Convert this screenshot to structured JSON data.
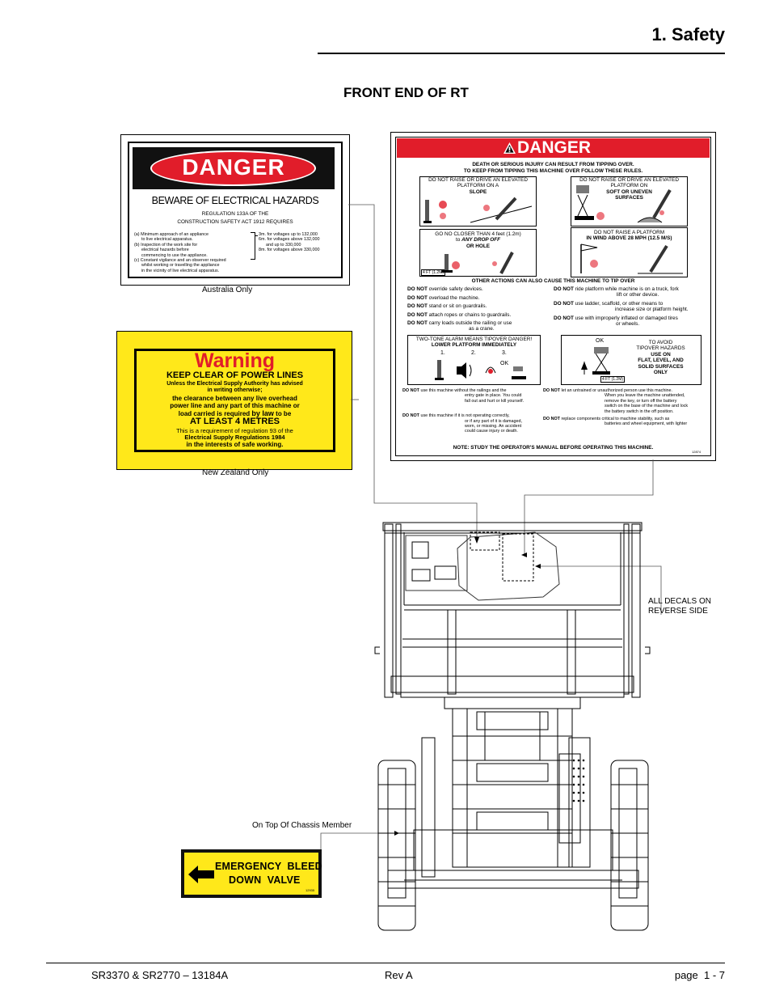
{
  "header": {
    "section_title": "1. Safety",
    "heading": "FRONT END OF RT"
  },
  "aus_decal": {
    "danger": "DANGER",
    "subtitle": "BEWARE OF ELECTRICAL HAZARDS",
    "reg_line1": "REGULATION 133A OF THE",
    "reg_line2": "CONSTRUCTION SAFETY ACT 1912 REQUIRES",
    "items": [
      "(a) Minimum approach of an appliance",
      "      to live electrical apparatus.",
      "(b) Inspection of the work site for",
      "      electrical hazards before",
      "      commencing to use the appliance.",
      "(c) Constant vigilance and an observer required",
      "      whilst working or travelling the appliance",
      "      in the vicinity of live electrical apparatus."
    ],
    "distances": [
      "3m. for voltages up to 132,000",
      "6m. for voltages above 132,000",
      "      and up to 330,000",
      "8m. for voltages above 330,000"
    ],
    "caption": "Australia Only"
  },
  "nz_decal": {
    "warning": "Warning",
    "line1": "KEEP CLEAR OF POWER LINES",
    "line2": "Unless the Electrical Supply Authority has advised",
    "line3": "in writing otherwise;",
    "line4": "the clearance between any live overhead",
    "line5": "power line and any part of this machine or",
    "line6a": "load carried is required ",
    "line6b": "by law",
    "line6c": " to be",
    "line7": "AT LEAST 4 METRES",
    "line8": "This is a requirement of regulation 93 of the",
    "line9": "Electrical Supply Regulations 1984",
    "line10": "in the interests of safe working.",
    "caption": "New Zealand Only"
  },
  "danger_decal": {
    "title": "DANGER",
    "intro1": "DEATH OR SERIOUS INJURY CAN RESULT FROM TIPPING OVER.",
    "intro2": "TO KEEP FROM TIPPING THIS MACHINE OVER FOLLOW THESE RULES.",
    "box1_l1": "DO NOT RAISE OR DRIVE AN ELEVATED",
    "box1_l2": "PLATFORM ON A",
    "box1_l3": "SLOPE",
    "box2_l1": "DO NOT RAISE OR DRIVE AN ELEVATED",
    "box2_l2": "PLATFORM ON",
    "box2_l3": "SOFT OR UNEVEN",
    "box2_l4": "SURFACES",
    "box3_l1": "GO NO CLOSER THAN 4 feet (1.2m)",
    "box3_l2a": "to ",
    "box3_l2b": "ANY DROP OFF",
    "box3_l3": "OR HOLE",
    "box3_tag": "4 FT (1.2M)",
    "box4_l1": "DO NOT RAISE A PLATFORM",
    "box4_l2": "IN WIND ABOVE 28 MPH (12.5 M/S)",
    "other": "OTHER ACTIONS CAN ALSO CAUSE THIS MACHINE TO TIP OVER",
    "do_not": "DO NOT",
    "left_rules": [
      " override safety devices.",
      " overload the machine.",
      " stand or sit on guardrails.",
      " attach ropes or chains to guardrails.",
      " carry loads outside the railing or use"
    ],
    "left_rule5b": "as a crane.",
    "right_rule1a": " ride platform while machine is on a truck, fork",
    "right_rule1b": "lift or other device.",
    "right_rule2a": " use ladder, scaffold, or other means to",
    "right_rule2b": "increase size or platform height.",
    "right_rule3a": " use with improperly inflated or damaged tires",
    "right_rule3b": "or wheels.",
    "alarm_l1": "TWO-TONE ALARM MEANS TIPOVER DANGER!",
    "alarm_l2": "LOWER PLATFORM IMMEDIATELY",
    "alarm_n1": "1.",
    "alarm_n2": "2.",
    "alarm_n3": "3.",
    "alarm_ok": "OK",
    "avoid_ok": "OK",
    "avoid_l1": "TO AVOID",
    "avoid_l2": "TIPOVER HAZARDS",
    "avoid_l3": "USE ON",
    "avoid_l4": "FLAT, LEVEL, AND",
    "avoid_l5": "SOLID SURFACES",
    "avoid_l6": "ONLY",
    "avoid_tag": "4 FT (1.2M)",
    "bl1": " use this machine without the railings and the",
    "bl2": "entry gate in place. You could",
    "bl3": "fall out and hurt or kill yourself.",
    "bl4": " use this machine if it is not operating correctly,",
    "bl5": "or if any part of it is damaged,",
    "bl6": "worn, or missing. An accident",
    "bl7": "could cause injury or death.",
    "br1": " let an untrained or unauthorized person use this machine.",
    "br2": "When you leave the machine unattended,",
    "br3": "remove the key, or turn off the battery",
    "br4": "switch on the base of the machine and lock",
    "br5": "the battery switch in the off position.",
    "br6": " replace components critical to machine stability, such as",
    "br7": "batteries and wheel equipment, with lighter",
    "note": "NOTE: STUDY THE OPERATOR'S MANUAL BEFORE OPERATING THIS MACHINE.",
    "part_no": "12874"
  },
  "callouts": {
    "reverse1": "ALL DECALS ON",
    "reverse2": "REVERSE SIDE",
    "chassis": "On Top Of Chassis Member"
  },
  "bleed_decal": {
    "line1": "EMERGENCY  BLEED",
    "line2": "DOWN  VALVE",
    "part_no": "12935"
  },
  "footer": {
    "model": "SR3370 & SR2770 – 13184A",
    "rev": "Rev A",
    "page": "page  1 - 7"
  }
}
